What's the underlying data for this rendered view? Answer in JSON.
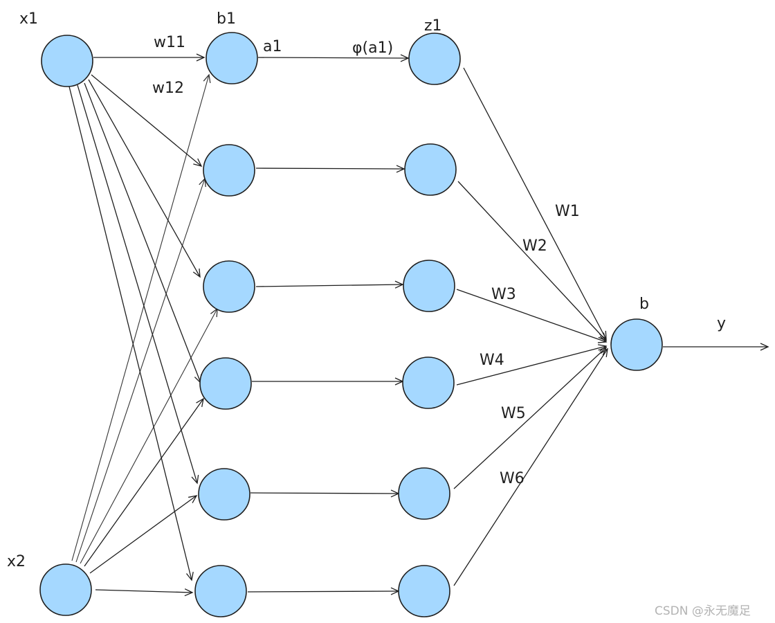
{
  "labels": {
    "x1": "x1",
    "x2": "x2",
    "b1": "b1",
    "a1": "a1",
    "z1": "z1",
    "phi_a1": "φ(a1)",
    "w11": "w11",
    "w12": "w12",
    "w1": "W1",
    "w2": "W2",
    "w3": "W3",
    "w4": "W4",
    "w5": "W5",
    "w6": "W6",
    "b": "b",
    "y": "y"
  },
  "watermark": "CSDN @永无魔足",
  "colors": {
    "node_fill": "#a5d8ff",
    "stroke": "#1e1e1e"
  }
}
